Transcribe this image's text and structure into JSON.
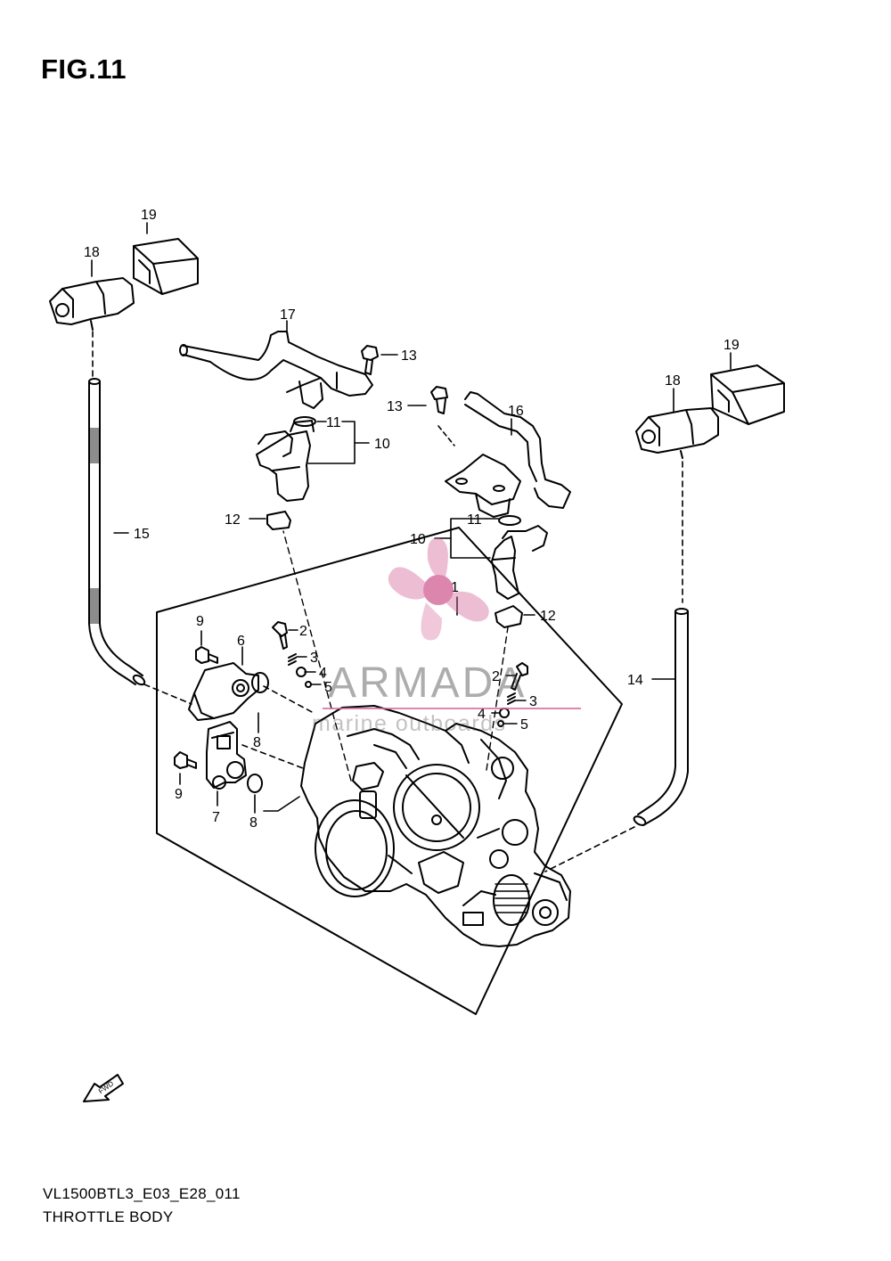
{
  "figure": {
    "title": "FIG.11"
  },
  "callouts": {
    "c1": "1",
    "c2a": "2",
    "c2b": "2",
    "c3a": "3",
    "c3b": "3",
    "c4a": "4",
    "c4b": "4",
    "c5a": "5",
    "c5b": "5",
    "c6": "6",
    "c7": "7",
    "c8a": "8",
    "c8b": "8",
    "c9a": "9",
    "c9b": "9",
    "c10a": "10",
    "c10b": "10",
    "c11a": "11",
    "c11b": "11",
    "c12a": "12",
    "c12b": "12",
    "c13a": "13",
    "c13b": "13",
    "c14": "14",
    "c15": "15",
    "c16": "16",
    "c17": "17",
    "c18a": "18",
    "c18b": "18",
    "c19a": "19",
    "c19b": "19"
  },
  "fwd_marker": {
    "label": "FWD",
    "icon": "fwd-arrow-icon"
  },
  "watermark": {
    "brand": "ARMADA",
    "tagline": "marine outboards",
    "color": "#d4699a"
  },
  "footer": {
    "code": "VL1500BTL3_E03_E28_011",
    "title": "THROTTLE BODY"
  }
}
